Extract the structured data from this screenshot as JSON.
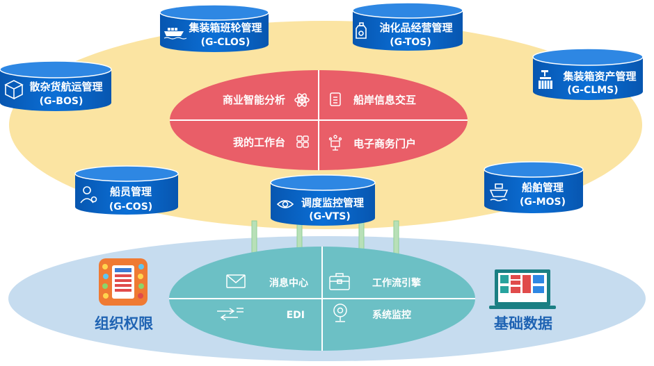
{
  "top_modules": [
    {
      "name": "集装箱班轮管理",
      "code": "(G-CLOS)",
      "icon": "ship-icon"
    },
    {
      "name": "油化品经营管理",
      "code": "(G-TOS)",
      "icon": "oil-drum-icon"
    },
    {
      "name": "散杂货航运管理",
      "code": "(G-BOS)",
      "icon": "box-icon"
    },
    {
      "name": "集装箱资产管理",
      "code": "(G-CLMS)",
      "icon": "container-crane-icon"
    },
    {
      "name": "船员管理",
      "code": "(G-COS)",
      "icon": "crew-icon"
    },
    {
      "name": "调度监控管理",
      "code": "(G-VTS)",
      "icon": "eye-icon"
    },
    {
      "name": "船舶管理",
      "code": "(G-MOS)",
      "icon": "vessel-icon"
    }
  ],
  "core_platform": {
    "quadrants": [
      "商业智能分析",
      "船岸信息交互",
      "我的工作台",
      "电子商务门户"
    ],
    "colors": {
      "fill": "#e95e68",
      "outer": "#fbe3a0"
    }
  },
  "base_platform": {
    "quadrants": [
      "消息中心",
      "工作流引擎",
      "EDI",
      "系统监控"
    ],
    "colors": {
      "fill": "#6cc0c5",
      "outer": "#c5dbee"
    }
  },
  "side_labels": {
    "left": "组织权限",
    "right": "基础数据"
  },
  "colors": {
    "cylinder_blue": "#0a64c2",
    "label_blue": "#1f63b3"
  }
}
